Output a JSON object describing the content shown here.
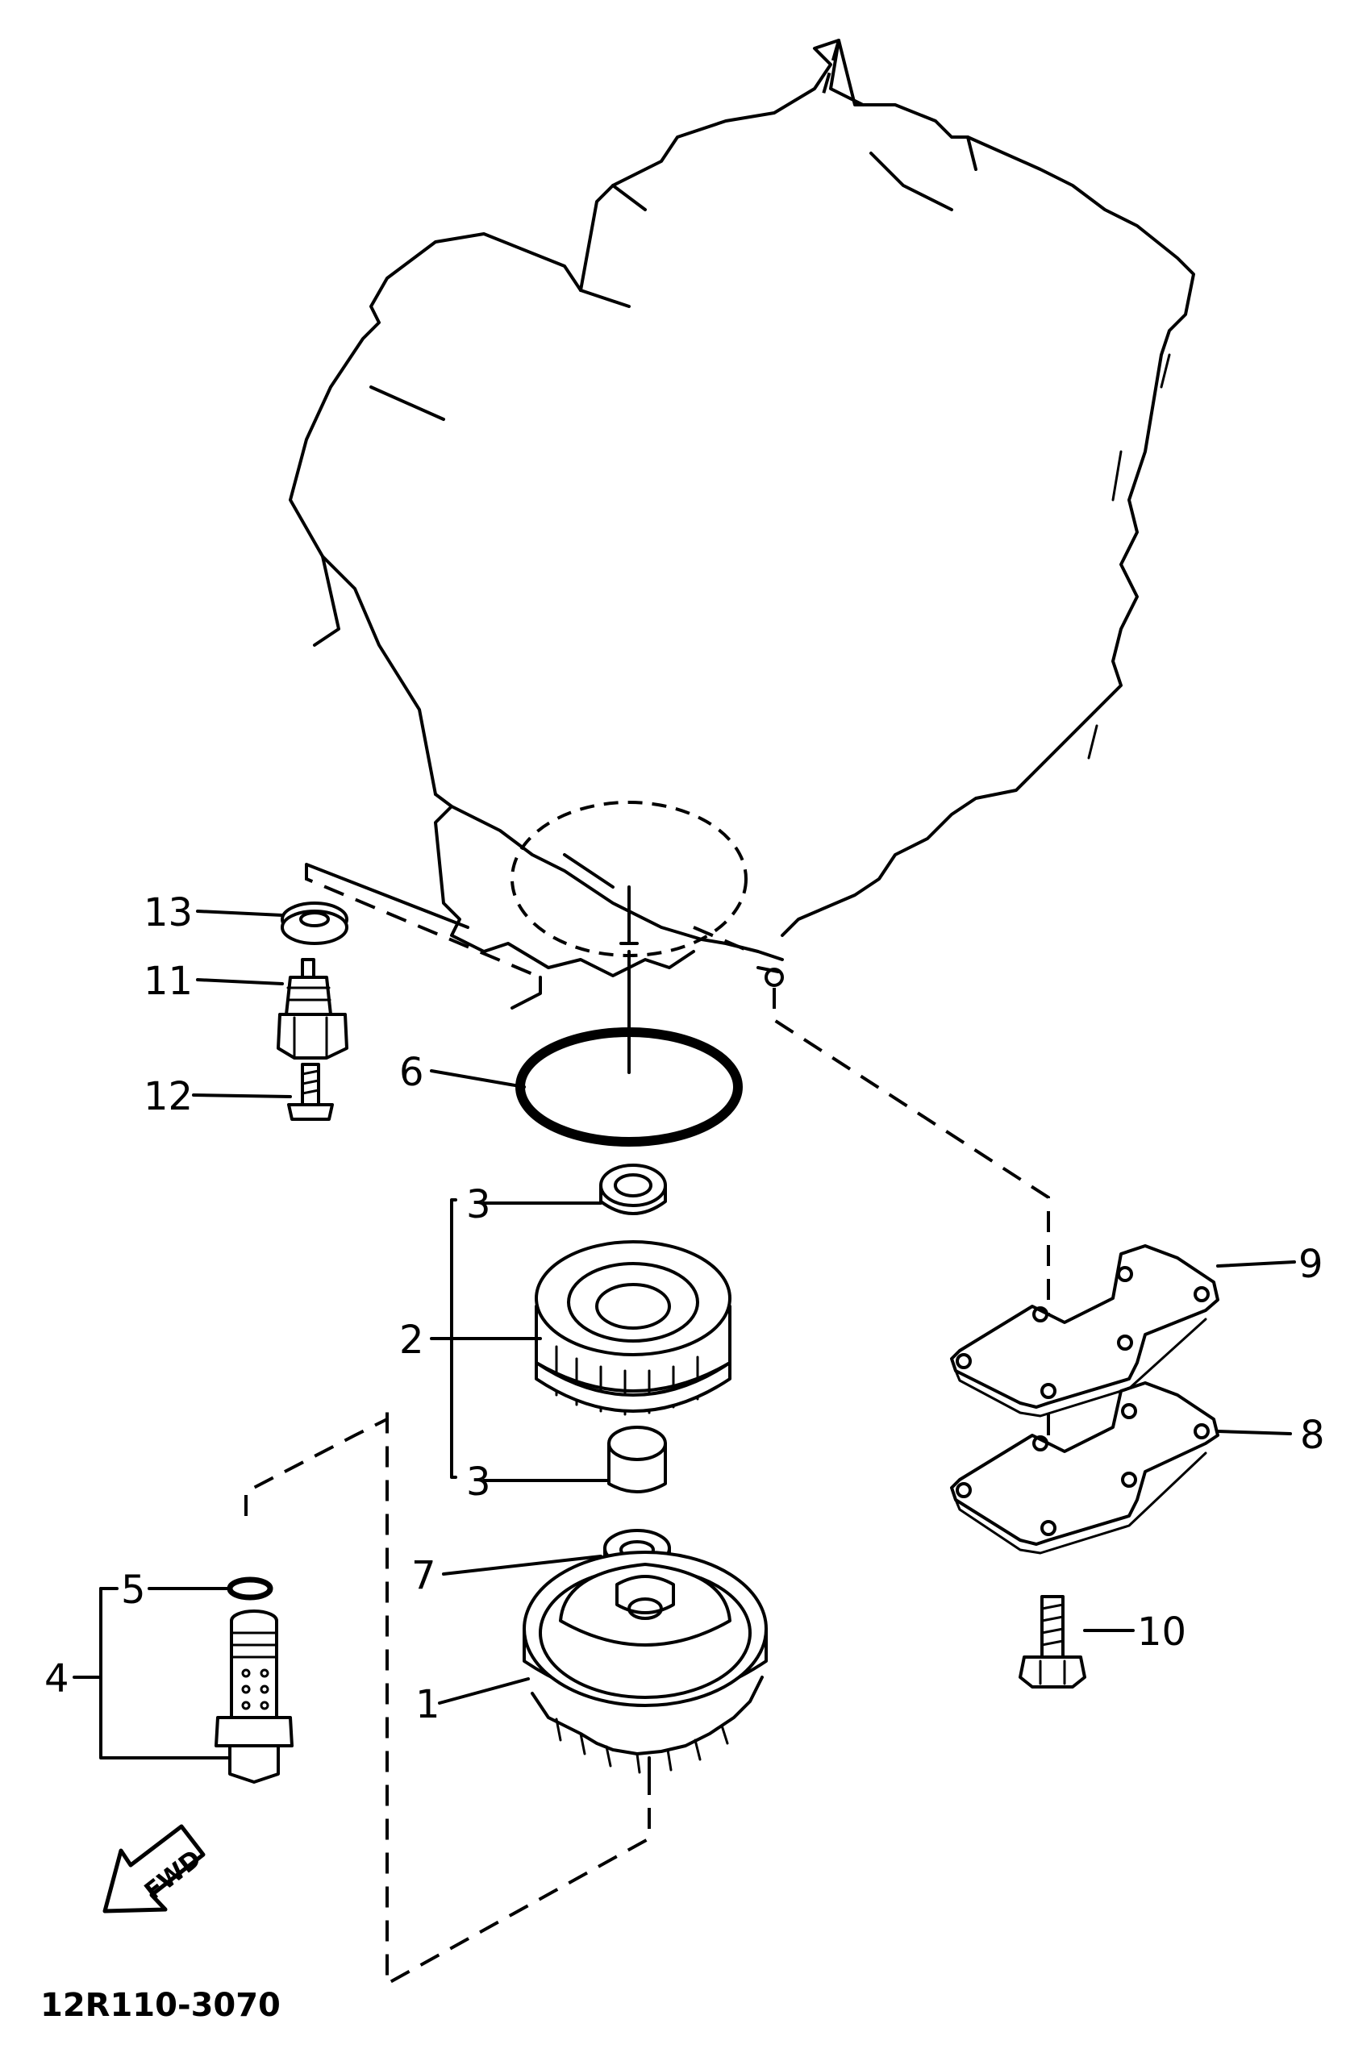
{
  "callouts": {
    "c1": "1",
    "c2": "2",
    "c3a": "3",
    "c3b": "3",
    "c4": "4",
    "c5": "5",
    "c6": "6",
    "c7": "7",
    "c8": "8",
    "c9": "9",
    "c10": "10",
    "c11": "11",
    "c12": "12",
    "c13": "13"
  },
  "fwd_arrow": {
    "label": "FWD",
    "icon": "fwd-arrow-icon"
  },
  "figure_code": "12R110-3070"
}
